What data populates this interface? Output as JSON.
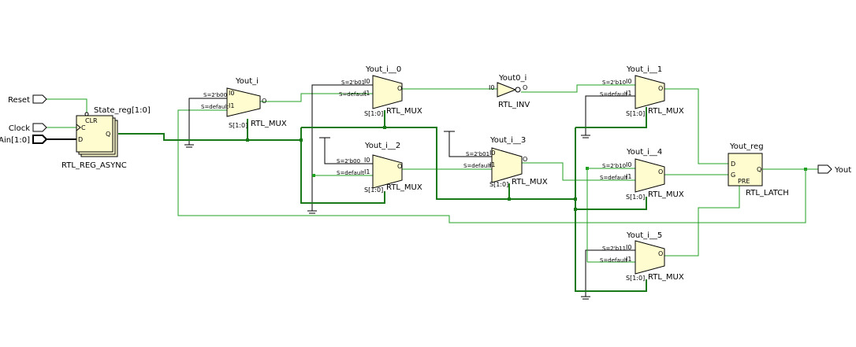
{
  "colors": {
    "wire": "#22a022",
    "bus": "#1a7a1a",
    "cell_fill": "#fffdd0",
    "background": "#ffffff"
  },
  "ports": {
    "reset": "Reset",
    "clock": "Clock",
    "ain": "Ain[1:0]",
    "yout": "Yout"
  },
  "state_reg": {
    "name": "State_reg[1:0]",
    "type": "RTL_REG_ASYNC",
    "clr": "CLR",
    "c": "C",
    "d": "D",
    "q": "Q"
  },
  "muxes": {
    "m0": {
      "name": "Yout_i",
      "type": "RTL_MUX",
      "i0": "I0",
      "i1": "I1",
      "o": "O",
      "sel": "S[1:0]",
      "s0": "S=2'b00",
      "s1": "S=default"
    },
    "m1": {
      "name": "Yout_i__0",
      "type": "RTL_MUX",
      "i0": "I0",
      "i1": "I1",
      "o": "O",
      "sel": "S[1:0]",
      "s0": "S=2'b01",
      "s1": "S=default"
    },
    "m2": {
      "name": "Yout_i__2",
      "type": "RTL_MUX",
      "i0": "I0",
      "i1": "I1",
      "o": "O",
      "sel": "S[1:0]",
      "s0": "S=2'b00",
      "s1": "S=default"
    },
    "m3": {
      "name": "Yout_i__3",
      "type": "RTL_MUX",
      "i0": "I0",
      "i1": "I1",
      "o": "O",
      "sel": "S[1:0]",
      "s0": "S=2'b01",
      "s1": "S=default"
    },
    "m4": {
      "name": "Yout_i__1",
      "type": "RTL_MUX",
      "i0": "I0",
      "i1": "I1",
      "o": "O",
      "sel": "S[1:0]",
      "s0": "S=2'b10",
      "s1": "S=default"
    },
    "m5": {
      "name": "Yout_i__4",
      "type": "RTL_MUX",
      "i0": "I0",
      "i1": "I1",
      "o": "O",
      "sel": "S[1:0]",
      "s0": "S=2'b10",
      "s1": "S=default"
    },
    "m6": {
      "name": "Yout_i__5",
      "type": "RTL_MUX",
      "i0": "I0",
      "i1": "I1",
      "o": "O",
      "sel": "S[1:0]",
      "s0": "S=2'b11",
      "s1": "S=default"
    }
  },
  "inverter": {
    "name": "Yout0_i",
    "type": "RTL_INV",
    "i0": "I0",
    "o": "O"
  },
  "latch": {
    "name": "Yout_reg",
    "type": "RTL_LATCH",
    "d": "D",
    "g": "G",
    "q": "Q",
    "pre": "PRE"
  }
}
